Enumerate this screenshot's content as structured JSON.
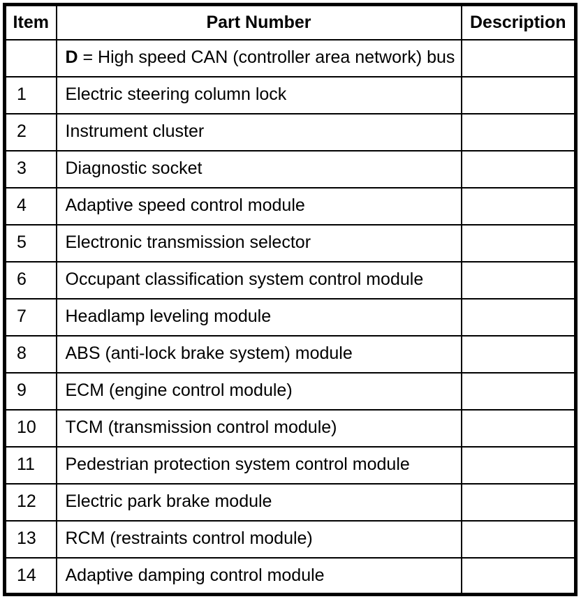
{
  "page": {
    "background_color": "#ffffff",
    "border_color": "#000000"
  },
  "table": {
    "headers": [
      "Item",
      "Part Number",
      "Description"
    ],
    "legend_row": {
      "item": "",
      "part_key_bold": "D",
      "part_text": " = High speed CAN (controller area network) bus",
      "description": ""
    },
    "rows": [
      {
        "item": "1",
        "part_number": "Electric steering column lock",
        "description": ""
      },
      {
        "item": "2",
        "part_number": "Instrument cluster",
        "description": ""
      },
      {
        "item": "3",
        "part_number": "Diagnostic socket",
        "description": ""
      },
      {
        "item": "4",
        "part_number": "Adaptive speed control module",
        "description": ""
      },
      {
        "item": "5",
        "part_number": "Electronic transmission selector",
        "description": ""
      },
      {
        "item": "6",
        "part_number": "Occupant classification system control module",
        "description": ""
      },
      {
        "item": "7",
        "part_number": "Headlamp leveling module",
        "description": ""
      },
      {
        "item": "8",
        "part_number": "ABS (anti-lock brake system) module",
        "description": ""
      },
      {
        "item": "9",
        "part_number": "ECM (engine control module)",
        "description": ""
      },
      {
        "item": "10",
        "part_number": "TCM (transmission control module)",
        "description": ""
      },
      {
        "item": "11",
        "part_number": "Pedestrian protection system control module",
        "description": ""
      },
      {
        "item": "12",
        "part_number": "Electric park brake module",
        "description": ""
      },
      {
        "item": "13",
        "part_number": "RCM (restraints control module)",
        "description": ""
      },
      {
        "item": "14",
        "part_number": "Adaptive damping control module",
        "description": ""
      }
    ]
  }
}
